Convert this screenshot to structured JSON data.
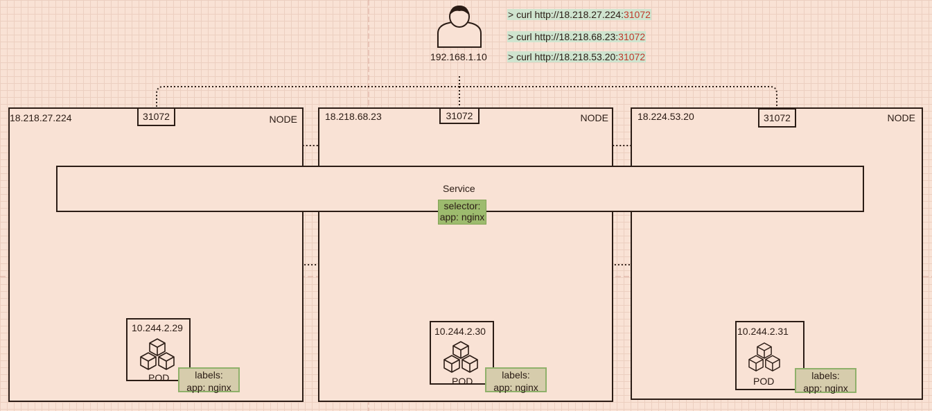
{
  "user": {
    "icon": "user-icon",
    "ip": "192.168.1.10"
  },
  "curls": [
    {
      "cmd": "> curl http://18.218.27.224:",
      "port": "31072"
    },
    {
      "cmd": "> curl http://18.218.68.23:",
      "port": "31072"
    },
    {
      "cmd": "> curl http://18.218.53.20:",
      "port": "31072"
    }
  ],
  "nodes": [
    {
      "ip": "18.218.27.224",
      "label": "NODE",
      "port": "31072"
    },
    {
      "ip": "18.218.68.23",
      "label": "NODE",
      "port": "31072"
    },
    {
      "ip": "18.224.53.20",
      "label": "NODE",
      "port": "31072"
    }
  ],
  "service": {
    "label": "Service",
    "selector_line1": "selector:",
    "selector_line2": "app: nginx"
  },
  "pods": [
    {
      "ip": "10.244.2.29",
      "label": "POD",
      "labels_line1": "labels:",
      "labels_line2": "app: nginx"
    },
    {
      "ip": "10.244.2.30",
      "label": "POD",
      "labels_line1": "labels:",
      "labels_line2": "app: nginx"
    },
    {
      "ip": "10.244.2.31",
      "label": "POD",
      "labels_line1": "labels:",
      "labels_line2": "app: nginx"
    }
  ],
  "colors": {
    "background": "#f9e2d5",
    "stroke": "#2b1c15",
    "selector_fill": "#9dbb6e",
    "labels_fill": "#d6ccac",
    "curl_highlight": "#cfe4cf",
    "port_text": "#c0392b"
  }
}
